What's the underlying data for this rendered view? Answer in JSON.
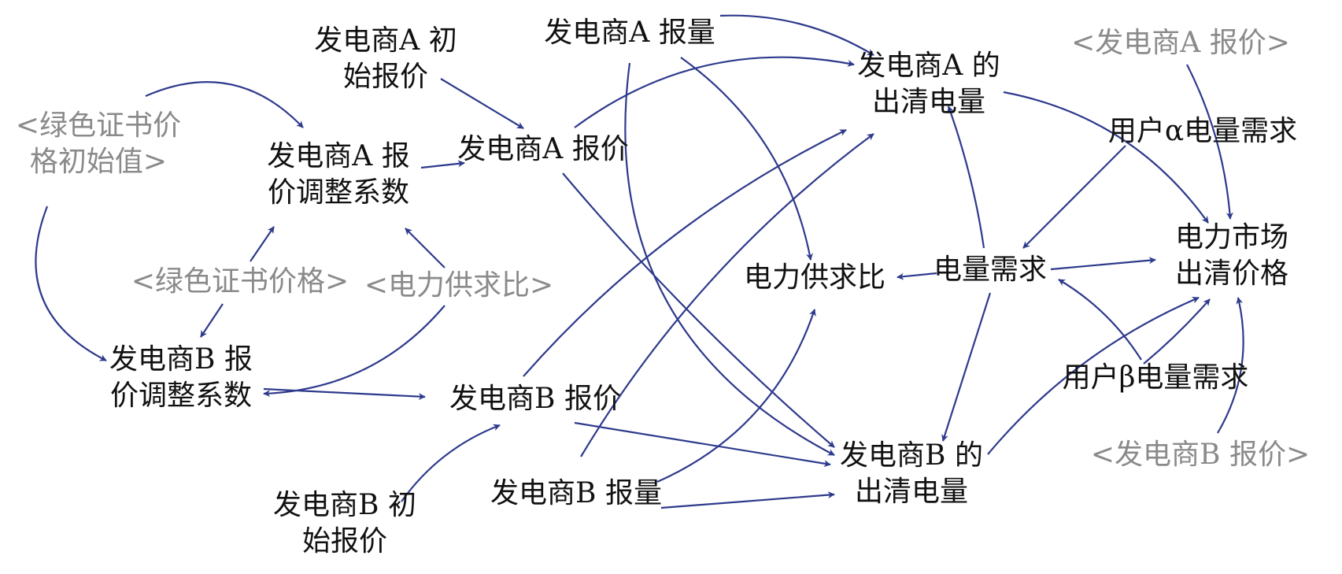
{
  "colors": {
    "arrow": "#2E3A8C",
    "text": "#111111",
    "shadow_text": "#8a8a8a",
    "background": "#ffffff"
  },
  "nodes": {
    "a_initial_quote": {
      "lines": [
        "发电商A 初",
        "始报价"
      ],
      "shadow": false
    },
    "a_quantity": {
      "lines": [
        "发电商A 报量"
      ],
      "shadow": false
    },
    "a_cleared": {
      "lines": [
        "发电商A 的",
        "出清电量"
      ],
      "shadow": false
    },
    "shadow_a_quote": {
      "lines": [
        "<发电商A 报价>"
      ],
      "shadow": true
    },
    "shadow_green_init": {
      "lines": [
        "<绿色证书价",
        "格初始值>"
      ],
      "shadow": true
    },
    "a_adjust": {
      "lines": [
        "发电商A 报",
        "价调整系数"
      ],
      "shadow": false
    },
    "a_quote": {
      "lines": [
        "发电商A 报价"
      ],
      "shadow": false
    },
    "user_alpha": {
      "lines": [
        "用户α电量需求"
      ],
      "shadow": false
    },
    "market_price": {
      "lines": [
        "电力市场",
        "出清价格"
      ],
      "shadow": false
    },
    "shadow_green": {
      "lines": [
        "<绿色证书价格>"
      ],
      "shadow": true
    },
    "shadow_supply_ratio": {
      "lines": [
        "<电力供求比>"
      ],
      "shadow": true
    },
    "supply_ratio": {
      "lines": [
        "电力供求比"
      ],
      "shadow": false
    },
    "demand": {
      "lines": [
        "电量需求"
      ],
      "shadow": false
    },
    "b_adjust": {
      "lines": [
        "发电商B 报",
        "价调整系数"
      ],
      "shadow": false
    },
    "b_quote": {
      "lines": [
        "发电商B 报价"
      ],
      "shadow": false
    },
    "user_beta": {
      "lines": [
        "用户β电量需求"
      ],
      "shadow": false
    },
    "b_cleared": {
      "lines": [
        "发电商B 的",
        "出清电量"
      ],
      "shadow": false
    },
    "shadow_b_quote": {
      "lines": [
        "<发电商B 报价>"
      ],
      "shadow": true
    },
    "b_initial_quote": {
      "lines": [
        "发电商B 初",
        "始报价"
      ],
      "shadow": false
    },
    "b_quantity": {
      "lines": [
        "发电商B 报量"
      ],
      "shadow": false
    }
  },
  "edges": [
    [
      "shadow_green_init",
      "a_adjust"
    ],
    [
      "shadow_green_init",
      "b_adjust"
    ],
    [
      "a_initial_quote",
      "a_quote"
    ],
    [
      "a_adjust",
      "a_quote"
    ],
    [
      "shadow_green",
      "a_adjust"
    ],
    [
      "shadow_green",
      "b_adjust"
    ],
    [
      "shadow_supply_ratio",
      "a_adjust"
    ],
    [
      "shadow_supply_ratio",
      "b_adjust"
    ],
    [
      "a_quote",
      "a_cleared"
    ],
    [
      "a_quote",
      "b_cleared"
    ],
    [
      "a_quantity",
      "a_cleared"
    ],
    [
      "a_quantity",
      "supply_ratio"
    ],
    [
      "a_quantity",
      "b_cleared"
    ],
    [
      "b_adjust",
      "b_quote"
    ],
    [
      "b_initial_quote",
      "b_quote"
    ],
    [
      "b_quote",
      "a_cleared"
    ],
    [
      "b_quote",
      "b_cleared"
    ],
    [
      "b_quantity",
      "a_cleared"
    ],
    [
      "b_quantity",
      "supply_ratio"
    ],
    [
      "b_quantity",
      "b_cleared"
    ],
    [
      "demand",
      "supply_ratio"
    ],
    [
      "demand",
      "a_cleared"
    ],
    [
      "demand",
      "b_cleared"
    ],
    [
      "demand",
      "market_price"
    ],
    [
      "user_alpha",
      "demand"
    ],
    [
      "user_beta",
      "demand"
    ],
    [
      "user_beta",
      "market_price"
    ],
    [
      "a_cleared",
      "market_price"
    ],
    [
      "b_cleared",
      "market_price"
    ],
    [
      "shadow_a_quote",
      "market_price"
    ],
    [
      "shadow_b_quote",
      "market_price"
    ]
  ]
}
